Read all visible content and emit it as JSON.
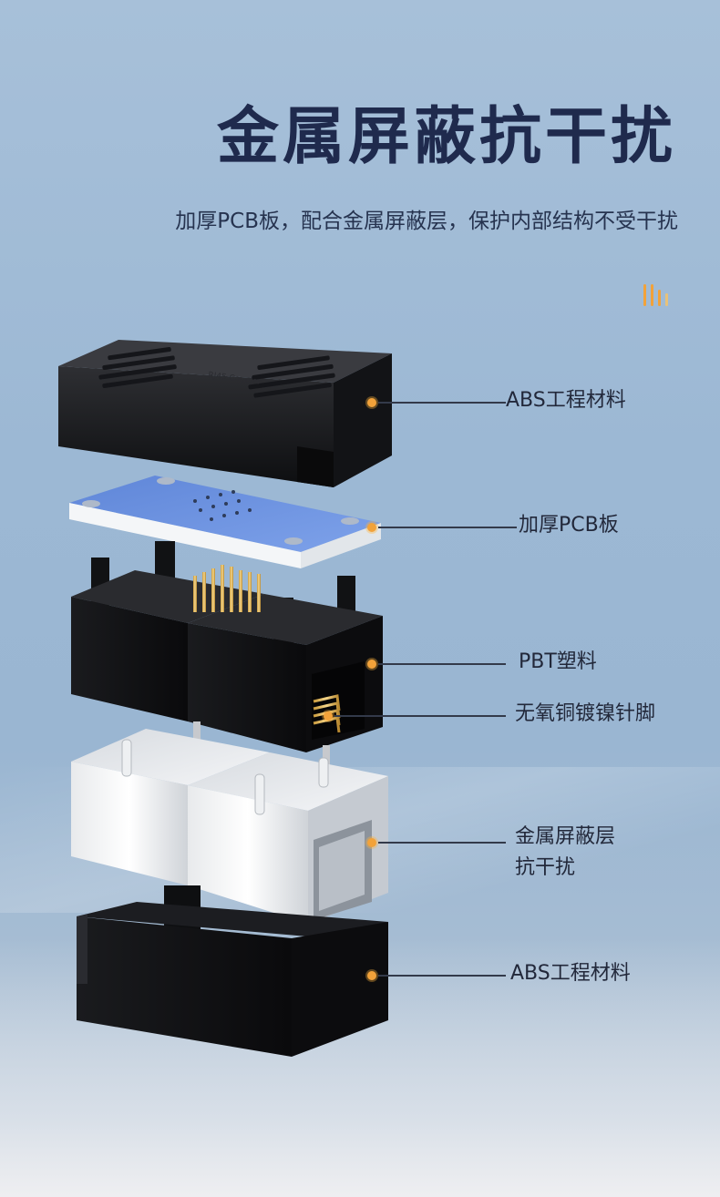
{
  "headline": "金属屏蔽抗干扰",
  "subheadline": "加厚PCB板，配合金属屏蔽层，保护内部结构不受干扰",
  "colors": {
    "headline": "#1f2a4d",
    "accent": "#f2a23a",
    "leader_line": "#333a4a",
    "label": "#22283a"
  },
  "product": {
    "cover_marking": "RJ45 Coupler"
  },
  "callouts": [
    {
      "label": "ABS工程材料"
    },
    {
      "label": "加厚PCB板"
    },
    {
      "label": "PBT塑料"
    },
    {
      "label": "无氧铜镀镍针脚"
    },
    {
      "label_line1": "金属屏蔽层",
      "label_line2": "抗干扰"
    },
    {
      "label": "ABS工程材料"
    }
  ]
}
